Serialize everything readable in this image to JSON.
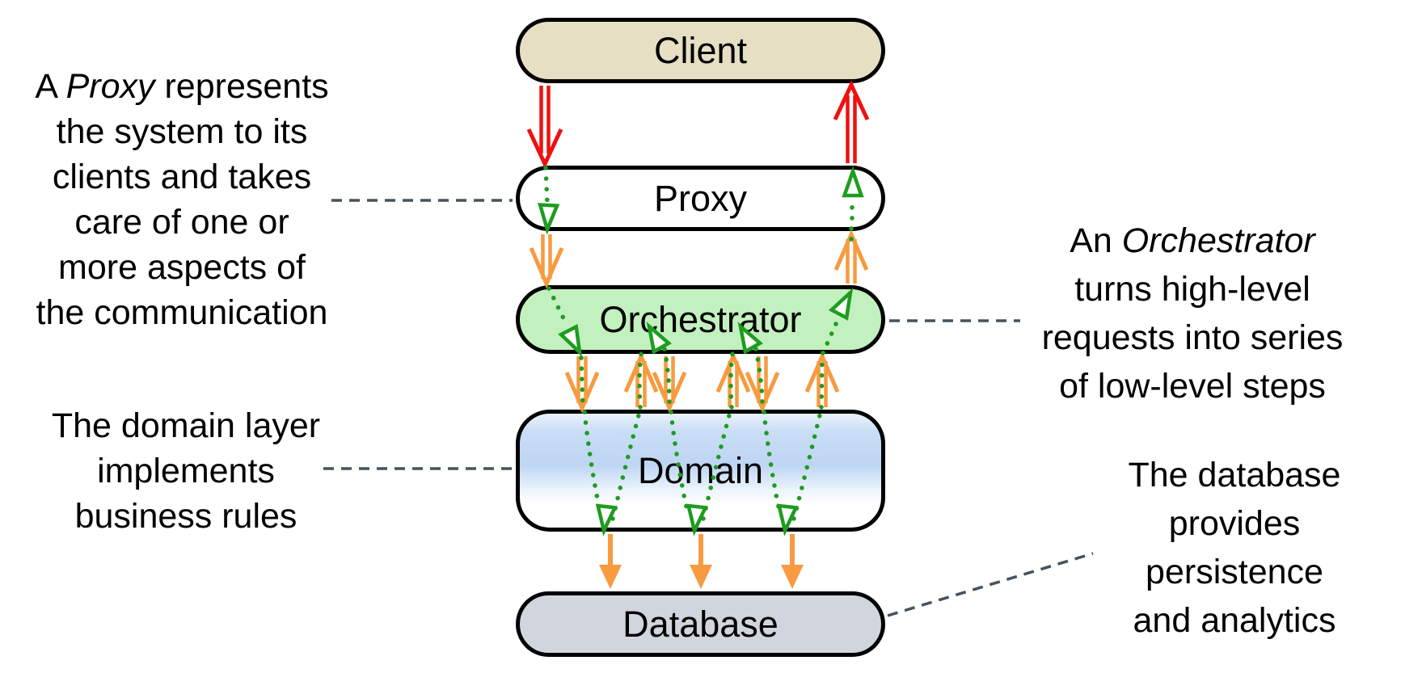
{
  "layers": [
    {
      "label": "Client",
      "fill": "#e6dfc3"
    },
    {
      "label": "Proxy",
      "fill": "#ffffff"
    },
    {
      "label": "Orchestrator",
      "fill": "#c2f0bf"
    },
    {
      "label": "Domain",
      "fill_top": "#eaf2fc",
      "fill_mid": "#bed5f3",
      "fill_bottom": "#ffffff"
    },
    {
      "label": "Database",
      "fill": "#d1d6de"
    }
  ],
  "notes": {
    "proxy": {
      "l1a": "A ",
      "l1i": "Proxy",
      "l1b": " represents",
      "l2": "the system to its",
      "l3": "clients and takes",
      "l4": "care of one or",
      "l5": "more aspects of",
      "l6": "the communication"
    },
    "domain": {
      "l1": "The domain layer",
      "l2": "implements",
      "l3": "business rules"
    },
    "orchestrator": {
      "l1a": "An ",
      "l1i": "Orchestrator",
      "l1b": "",
      "l2": "turns high-level",
      "l3": "requests into series",
      "l4": "of low-level steps"
    },
    "database": {
      "l1": "The database",
      "l2": "provides",
      "l3": "persistence",
      "l4": "and analytics"
    }
  },
  "colors": {
    "client_arrow": "#ee1111",
    "call_arrow": "#f79a40",
    "trace_dotted": "#1e9c1e",
    "callout_dash": "#47525c",
    "border": "#000000"
  }
}
